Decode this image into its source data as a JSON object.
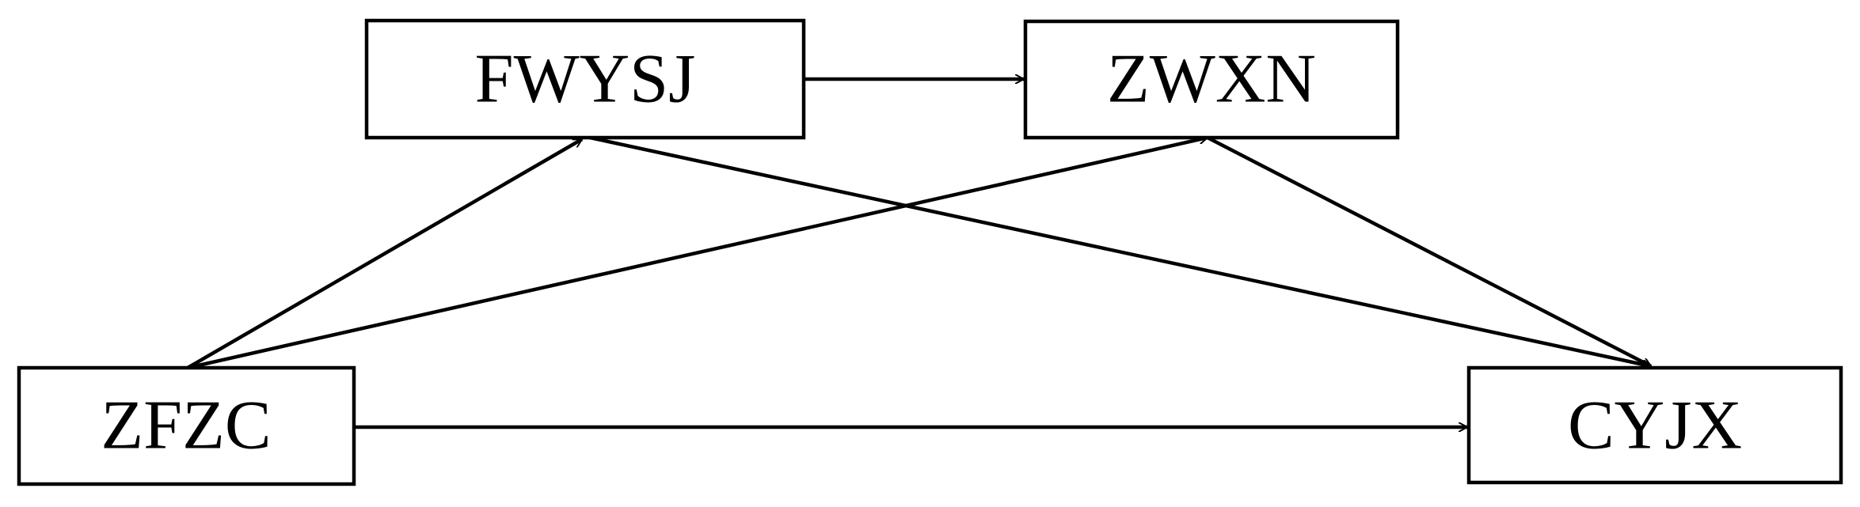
{
  "diagram": {
    "nodes": [
      {
        "id": "fwysj",
        "label": "FWYSJ"
      },
      {
        "id": "zwxn",
        "label": "ZWXN"
      },
      {
        "id": "zfzc",
        "label": "ZFZC"
      },
      {
        "id": "cyjx",
        "label": "CYJX"
      }
    ],
    "edges": [
      {
        "from": "fwysj",
        "to": "zwxn"
      },
      {
        "from": "zfzc",
        "to": "fwysj"
      },
      {
        "from": "zfzc",
        "to": "zwxn"
      },
      {
        "from": "zfzc",
        "to": "cyjx"
      },
      {
        "from": "fwysj",
        "to": "cyjx"
      },
      {
        "from": "zwxn",
        "to": "cyjx"
      }
    ]
  }
}
